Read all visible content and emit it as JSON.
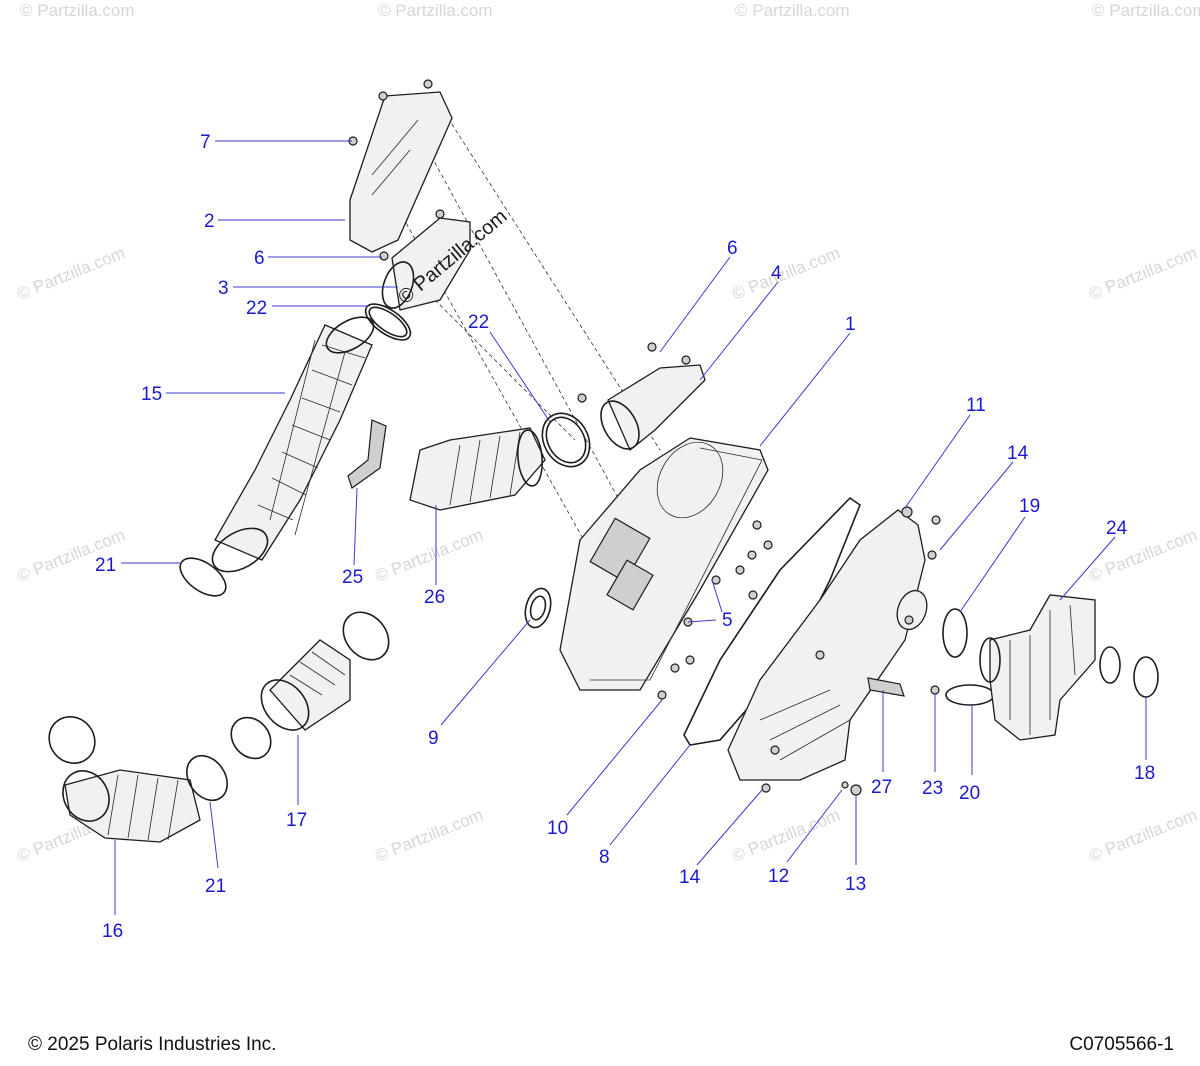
{
  "footer": {
    "copyright": "© 2025 Polaris Industries Inc.",
    "diagram_code": "C0705566-1"
  },
  "watermark": {
    "text": "© Partzilla.com",
    "main_text": "© Partzilla.com"
  },
  "callouts": [
    {
      "id": "c7",
      "label": "7"
    },
    {
      "id": "c2",
      "label": "2"
    },
    {
      "id": "c6a",
      "label": "6"
    },
    {
      "id": "c3",
      "label": "3"
    },
    {
      "id": "c22a",
      "label": "22"
    },
    {
      "id": "c15",
      "label": "15"
    },
    {
      "id": "c21a",
      "label": "21"
    },
    {
      "id": "c25",
      "label": "25"
    },
    {
      "id": "c26",
      "label": "26"
    },
    {
      "id": "c22b",
      "label": "22"
    },
    {
      "id": "c6b",
      "label": "6"
    },
    {
      "id": "c4",
      "label": "4"
    },
    {
      "id": "c1",
      "label": "1"
    },
    {
      "id": "c11",
      "label": "11"
    },
    {
      "id": "c14a",
      "label": "14"
    },
    {
      "id": "c19",
      "label": "19"
    },
    {
      "id": "c24",
      "label": "24"
    },
    {
      "id": "c5",
      "label": "5"
    },
    {
      "id": "c9",
      "label": "9"
    },
    {
      "id": "c10",
      "label": "10"
    },
    {
      "id": "c8",
      "label": "8"
    },
    {
      "id": "c14b",
      "label": "14"
    },
    {
      "id": "c12",
      "label": "12"
    },
    {
      "id": "c13",
      "label": "13"
    },
    {
      "id": "c27",
      "label": "27"
    },
    {
      "id": "c23",
      "label": "23"
    },
    {
      "id": "c20",
      "label": "20"
    },
    {
      "id": "c18",
      "label": "18"
    },
    {
      "id": "c17",
      "label": "17"
    },
    {
      "id": "c21b",
      "label": "21"
    },
    {
      "id": "c16",
      "label": "16"
    }
  ]
}
